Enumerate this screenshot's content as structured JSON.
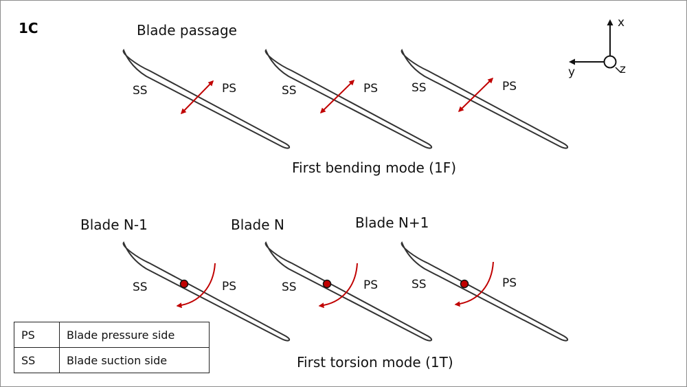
{
  "panel_label": "1C",
  "top": {
    "header": "Blade passage",
    "caption": "First bending mode (1F)",
    "side_labels": [
      "SS",
      "PS",
      "SS",
      "PS",
      "SS",
      "PS"
    ]
  },
  "bottom": {
    "blade_names": [
      "Blade N-1",
      "Blade N",
      "Blade N+1"
    ],
    "caption": "First torsion mode (1T)",
    "side_labels": [
      "SS",
      "PS",
      "SS",
      "PS",
      "SS",
      "PS"
    ]
  },
  "axes": {
    "x": "x",
    "y": "y",
    "z": "z"
  },
  "legend": [
    {
      "abbr": "PS",
      "text": "Blade pressure side"
    },
    {
      "abbr": "SS",
      "text": "Blade suction side"
    }
  ],
  "colors": {
    "arrow": "#c00000",
    "outline": "#333333",
    "pivot": "#c00000"
  }
}
